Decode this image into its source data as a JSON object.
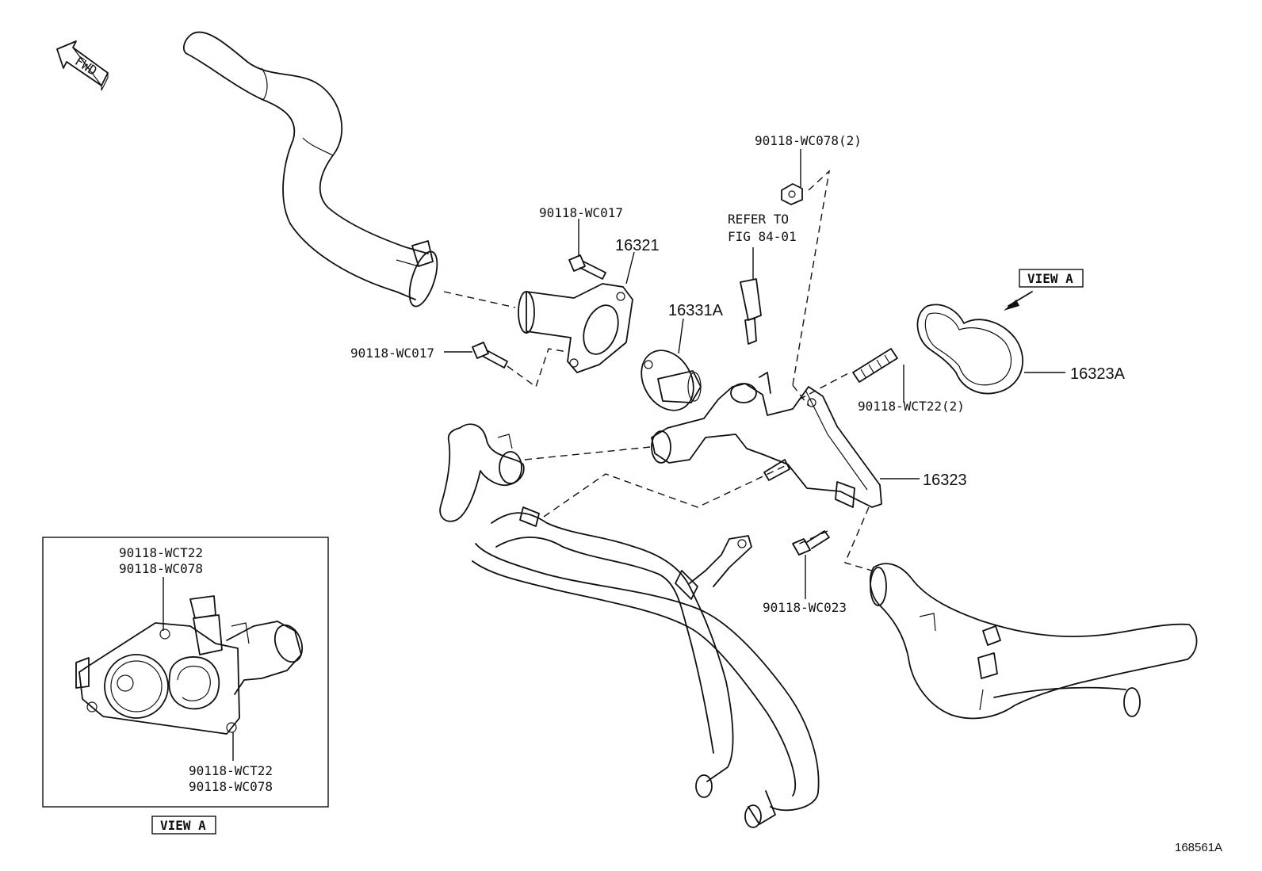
{
  "fwd_label": "FWD",
  "view_a_label": "VIEW A",
  "figure_id": "168561A",
  "refer_note": [
    "REFER TO",
    "FIG 84-01"
  ],
  "callouts": {
    "bolt_top": "90118-WC017",
    "bolt_left": "90118-WC017",
    "outlet": "16321",
    "thermostat": "16331A",
    "nut": "90118-WC078(2)",
    "stud": "90118-WCT22(2)",
    "gasket": "16323A",
    "housing": "16323",
    "bolt_lower": "90118-WC023"
  },
  "inset": {
    "top_labels": [
      "90118-WCT22",
      "90118-WC078"
    ],
    "bottom_labels": [
      "90118-WCT22",
      "90118-WC078"
    ]
  }
}
